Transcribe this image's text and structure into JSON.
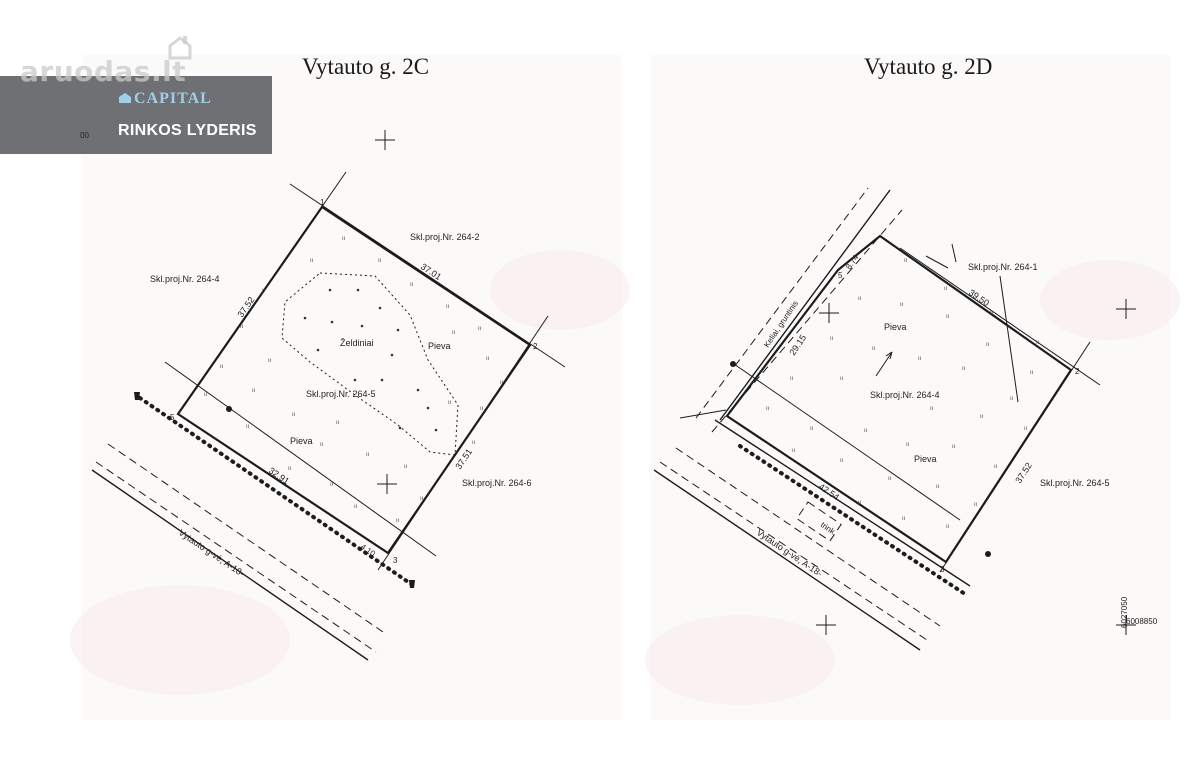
{
  "titles": {
    "left": "Vytauto g. 2C",
    "right": "Vytauto g. 2D"
  },
  "watermark": {
    "site": "aruodas.lt",
    "brand": "CAPITAL",
    "slogan": "RINKOS LYDERIS",
    "partial": "00"
  },
  "plan_left": {
    "neighbors": {
      "north": "Skl.proj.Nr. 264-2",
      "west": "Skl.proj.Nr. 264-4",
      "east": "Skl.proj.Nr. 264-6"
    },
    "parcel_label": "Skl.proj.Nr. 264-5",
    "green_area": "Želdiniai",
    "meadow_1": "Pieva",
    "meadow_2": "Pieva",
    "dims": {
      "top": "37.01",
      "left": "37.52",
      "right": "37.51",
      "bottom": "32.91",
      "small": "4.10"
    },
    "points": {
      "p1": "1",
      "p2": "2",
      "p3": "3",
      "p5": "5"
    },
    "road": "Vytauto g-vė, A-18-"
  },
  "plan_right": {
    "neighbors": {
      "north": "Skl.proj.Nr. 264-1",
      "east": "Skl.proj.Nr. 264-5"
    },
    "parcel_label": "Skl.proj.Nr. 264-4",
    "meadow_1": "Pieva",
    "meadow_2": "Pieva",
    "dims": {
      "top": "39.50",
      "top_small": "8.74",
      "left": "29.15",
      "right": "37.52",
      "bottom": "42.54"
    },
    "points": {
      "p2": "2",
      "p3": "3",
      "p5": "5"
    },
    "road": "Vytauto g-vė, A-18-",
    "field_road": "Keliai, gruntinis",
    "drain": "trink.",
    "coord_vertical": "6027050",
    "coord_horizontal": "6008850"
  }
}
